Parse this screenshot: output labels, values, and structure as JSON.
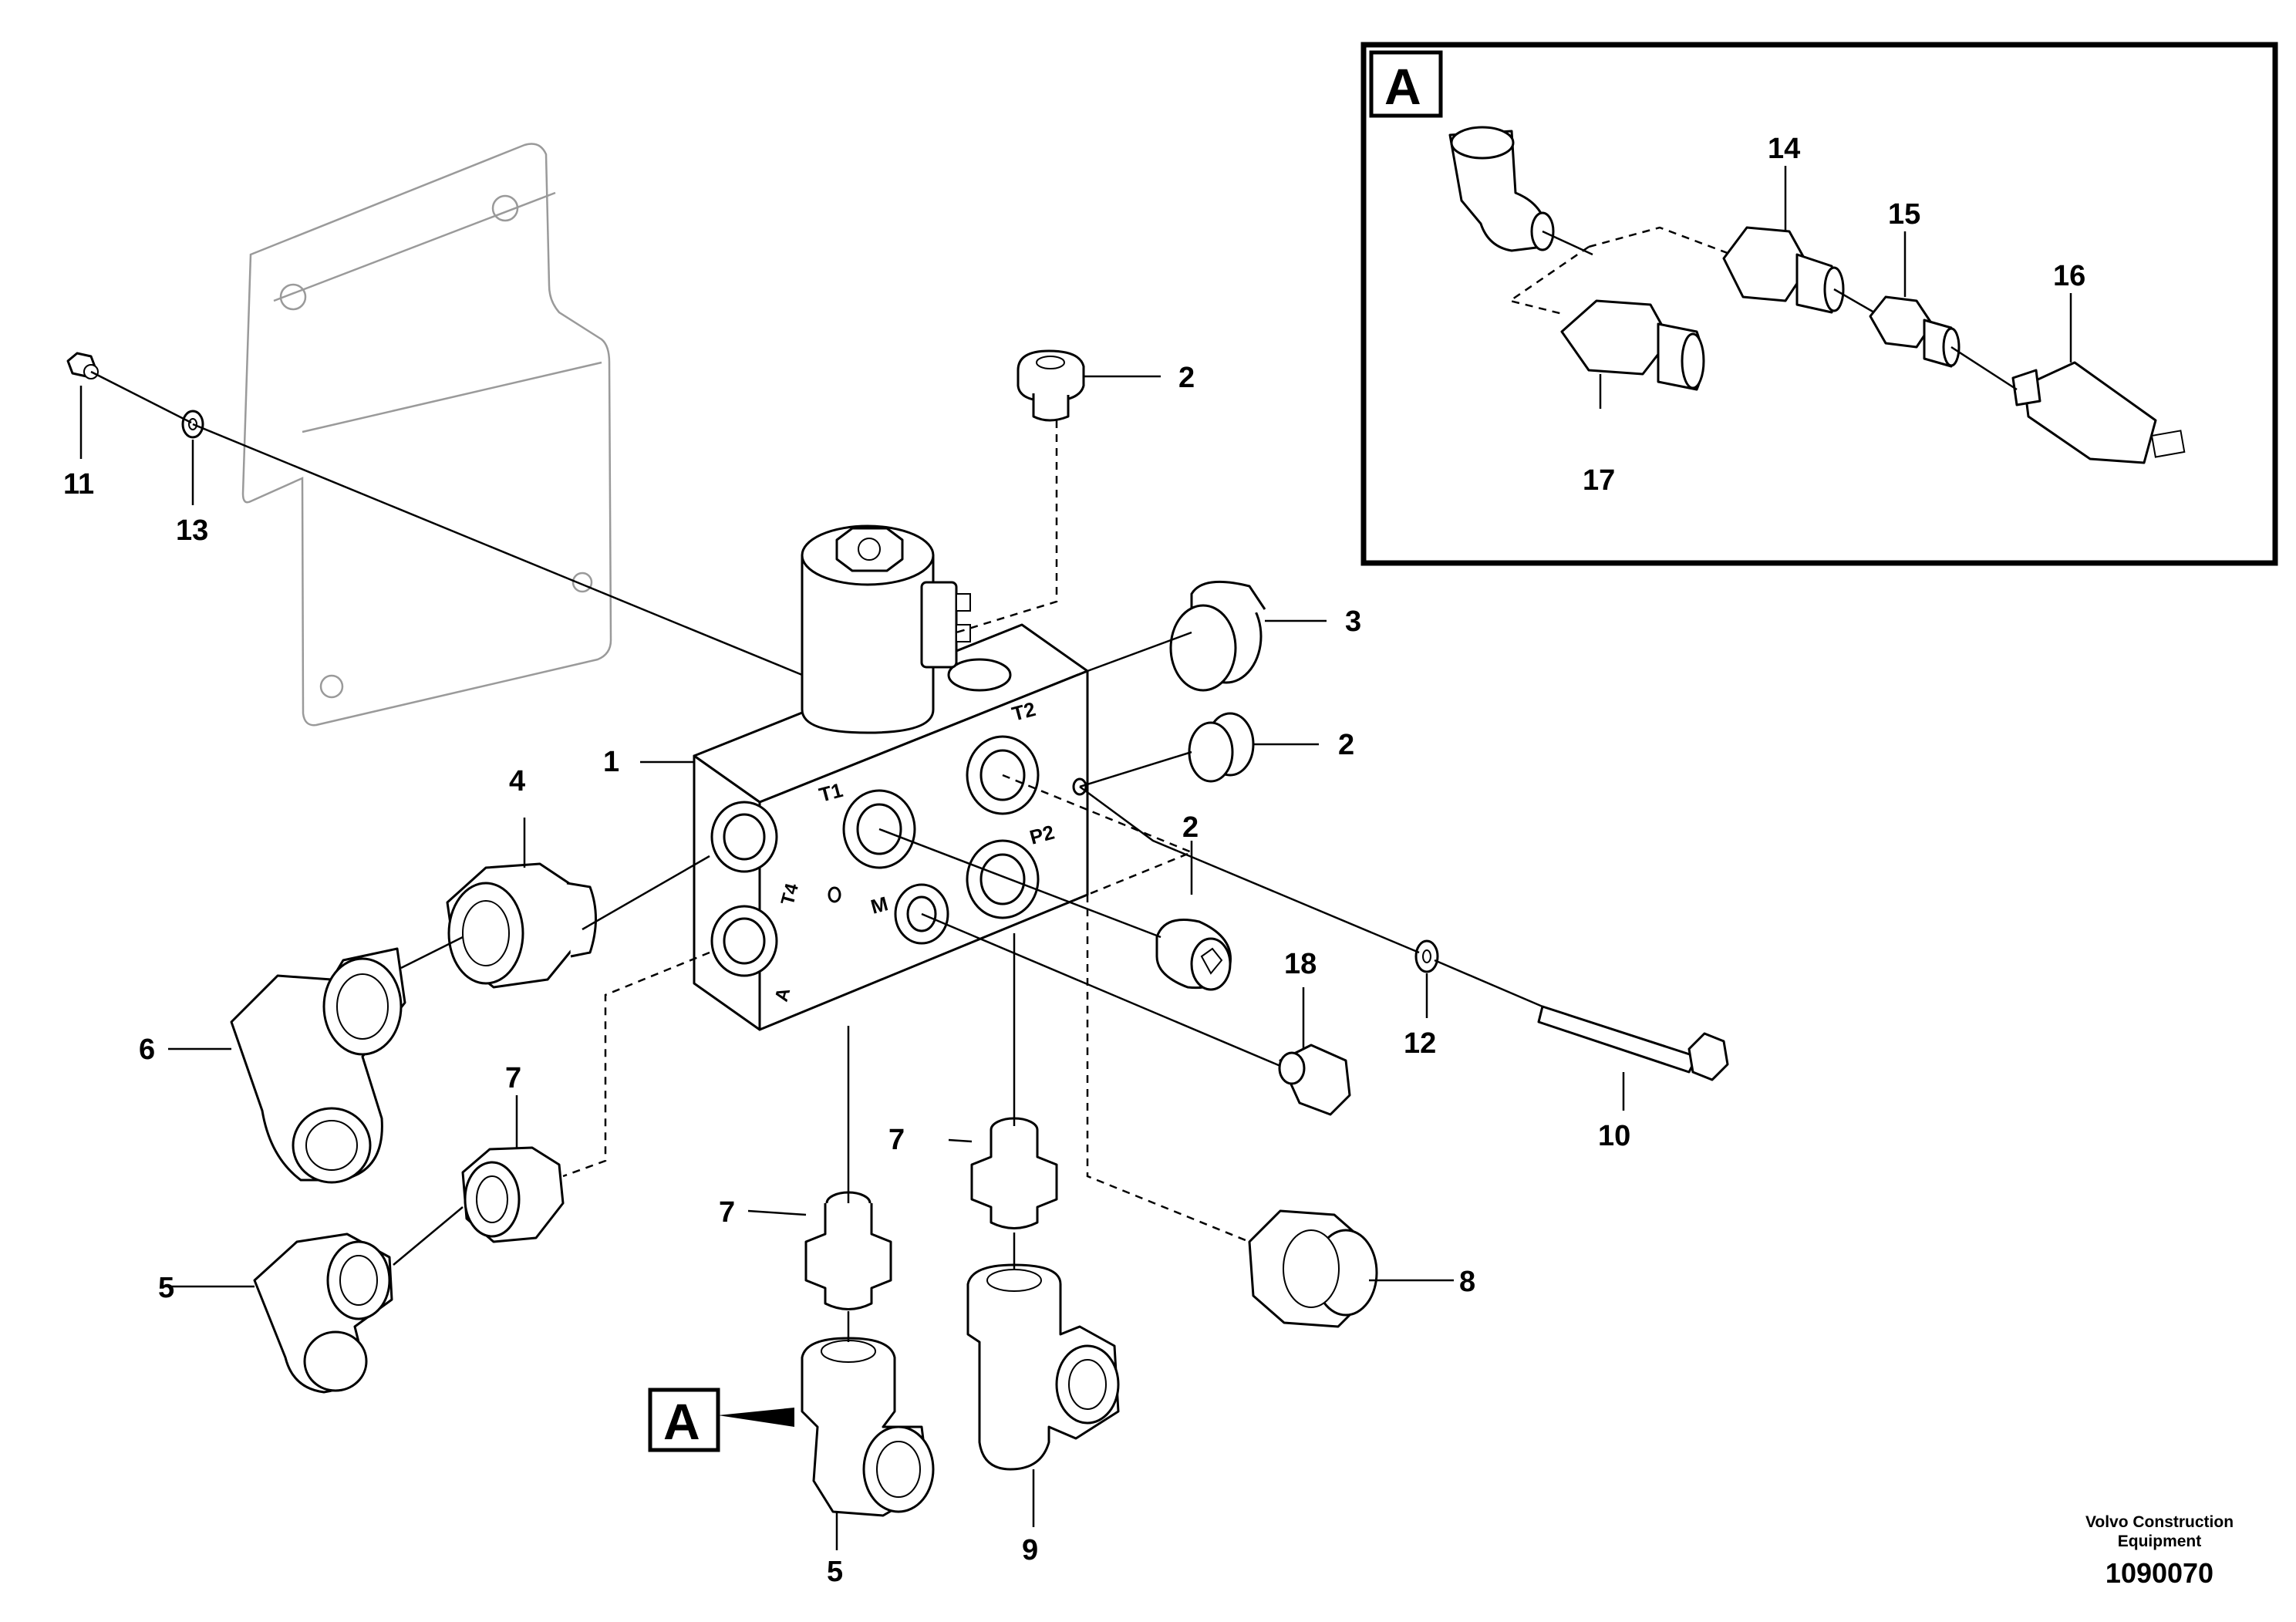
{
  "callouts": {
    "c1": "1",
    "c2a": "2",
    "c2b": "2",
    "c2c": "2",
    "c3": "3",
    "c4": "4",
    "c5a": "5",
    "c5b": "5",
    "c6": "6",
    "c7a": "7",
    "c7b": "7",
    "c7c": "7",
    "c8": "8",
    "c9": "9",
    "c10": "10",
    "c11": "11",
    "c12": "12",
    "c13": "13",
    "c14": "14",
    "c15": "15",
    "c16": "16",
    "c17": "17",
    "c18": "18"
  },
  "port_labels": {
    "t1": "T1",
    "t2": "T2",
    "t4": "T4",
    "p2": "P2",
    "m": "M",
    "a": "A"
  },
  "detail_box": {
    "letter": "A"
  },
  "detail_ref": {
    "letter": "A"
  },
  "footer": {
    "brand_line1": "Volvo Construction",
    "brand_line2": "Equipment",
    "drawing_number": "1090070"
  }
}
